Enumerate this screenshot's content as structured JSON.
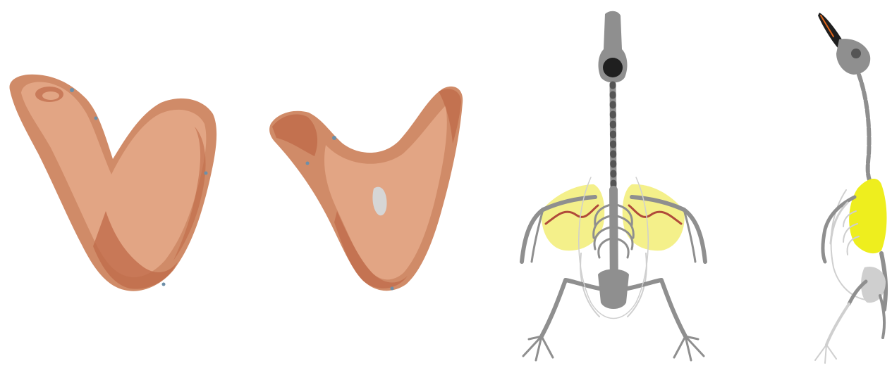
{
  "colors": {
    "background": "#ffffff",
    "bone_light": "#e2a584",
    "bone_mid": "#d08b68",
    "bone_dark": "#bf6a48",
    "bone_highlight": "#d6d6d6",
    "bone_blue_speck": "#6d8fa8",
    "skeleton_gray": "#8f8f8f",
    "skeleton_dark": "#555555",
    "skeleton_light": "#cfcfcf",
    "skull_black": "#1f1f1f",
    "beak_orange": "#e0661c",
    "muscle_yellow_pale": "#f4f08a",
    "muscle_yellow_bright": "#eeee1e",
    "muscle_line": "#b04a3a"
  },
  "panels": [
    {
      "name": "bone-anterior-view"
    },
    {
      "name": "bone-posterior-view"
    },
    {
      "name": "bird-skeleton-dorsal-view"
    },
    {
      "name": "bird-skeleton-lateral-view"
    }
  ]
}
